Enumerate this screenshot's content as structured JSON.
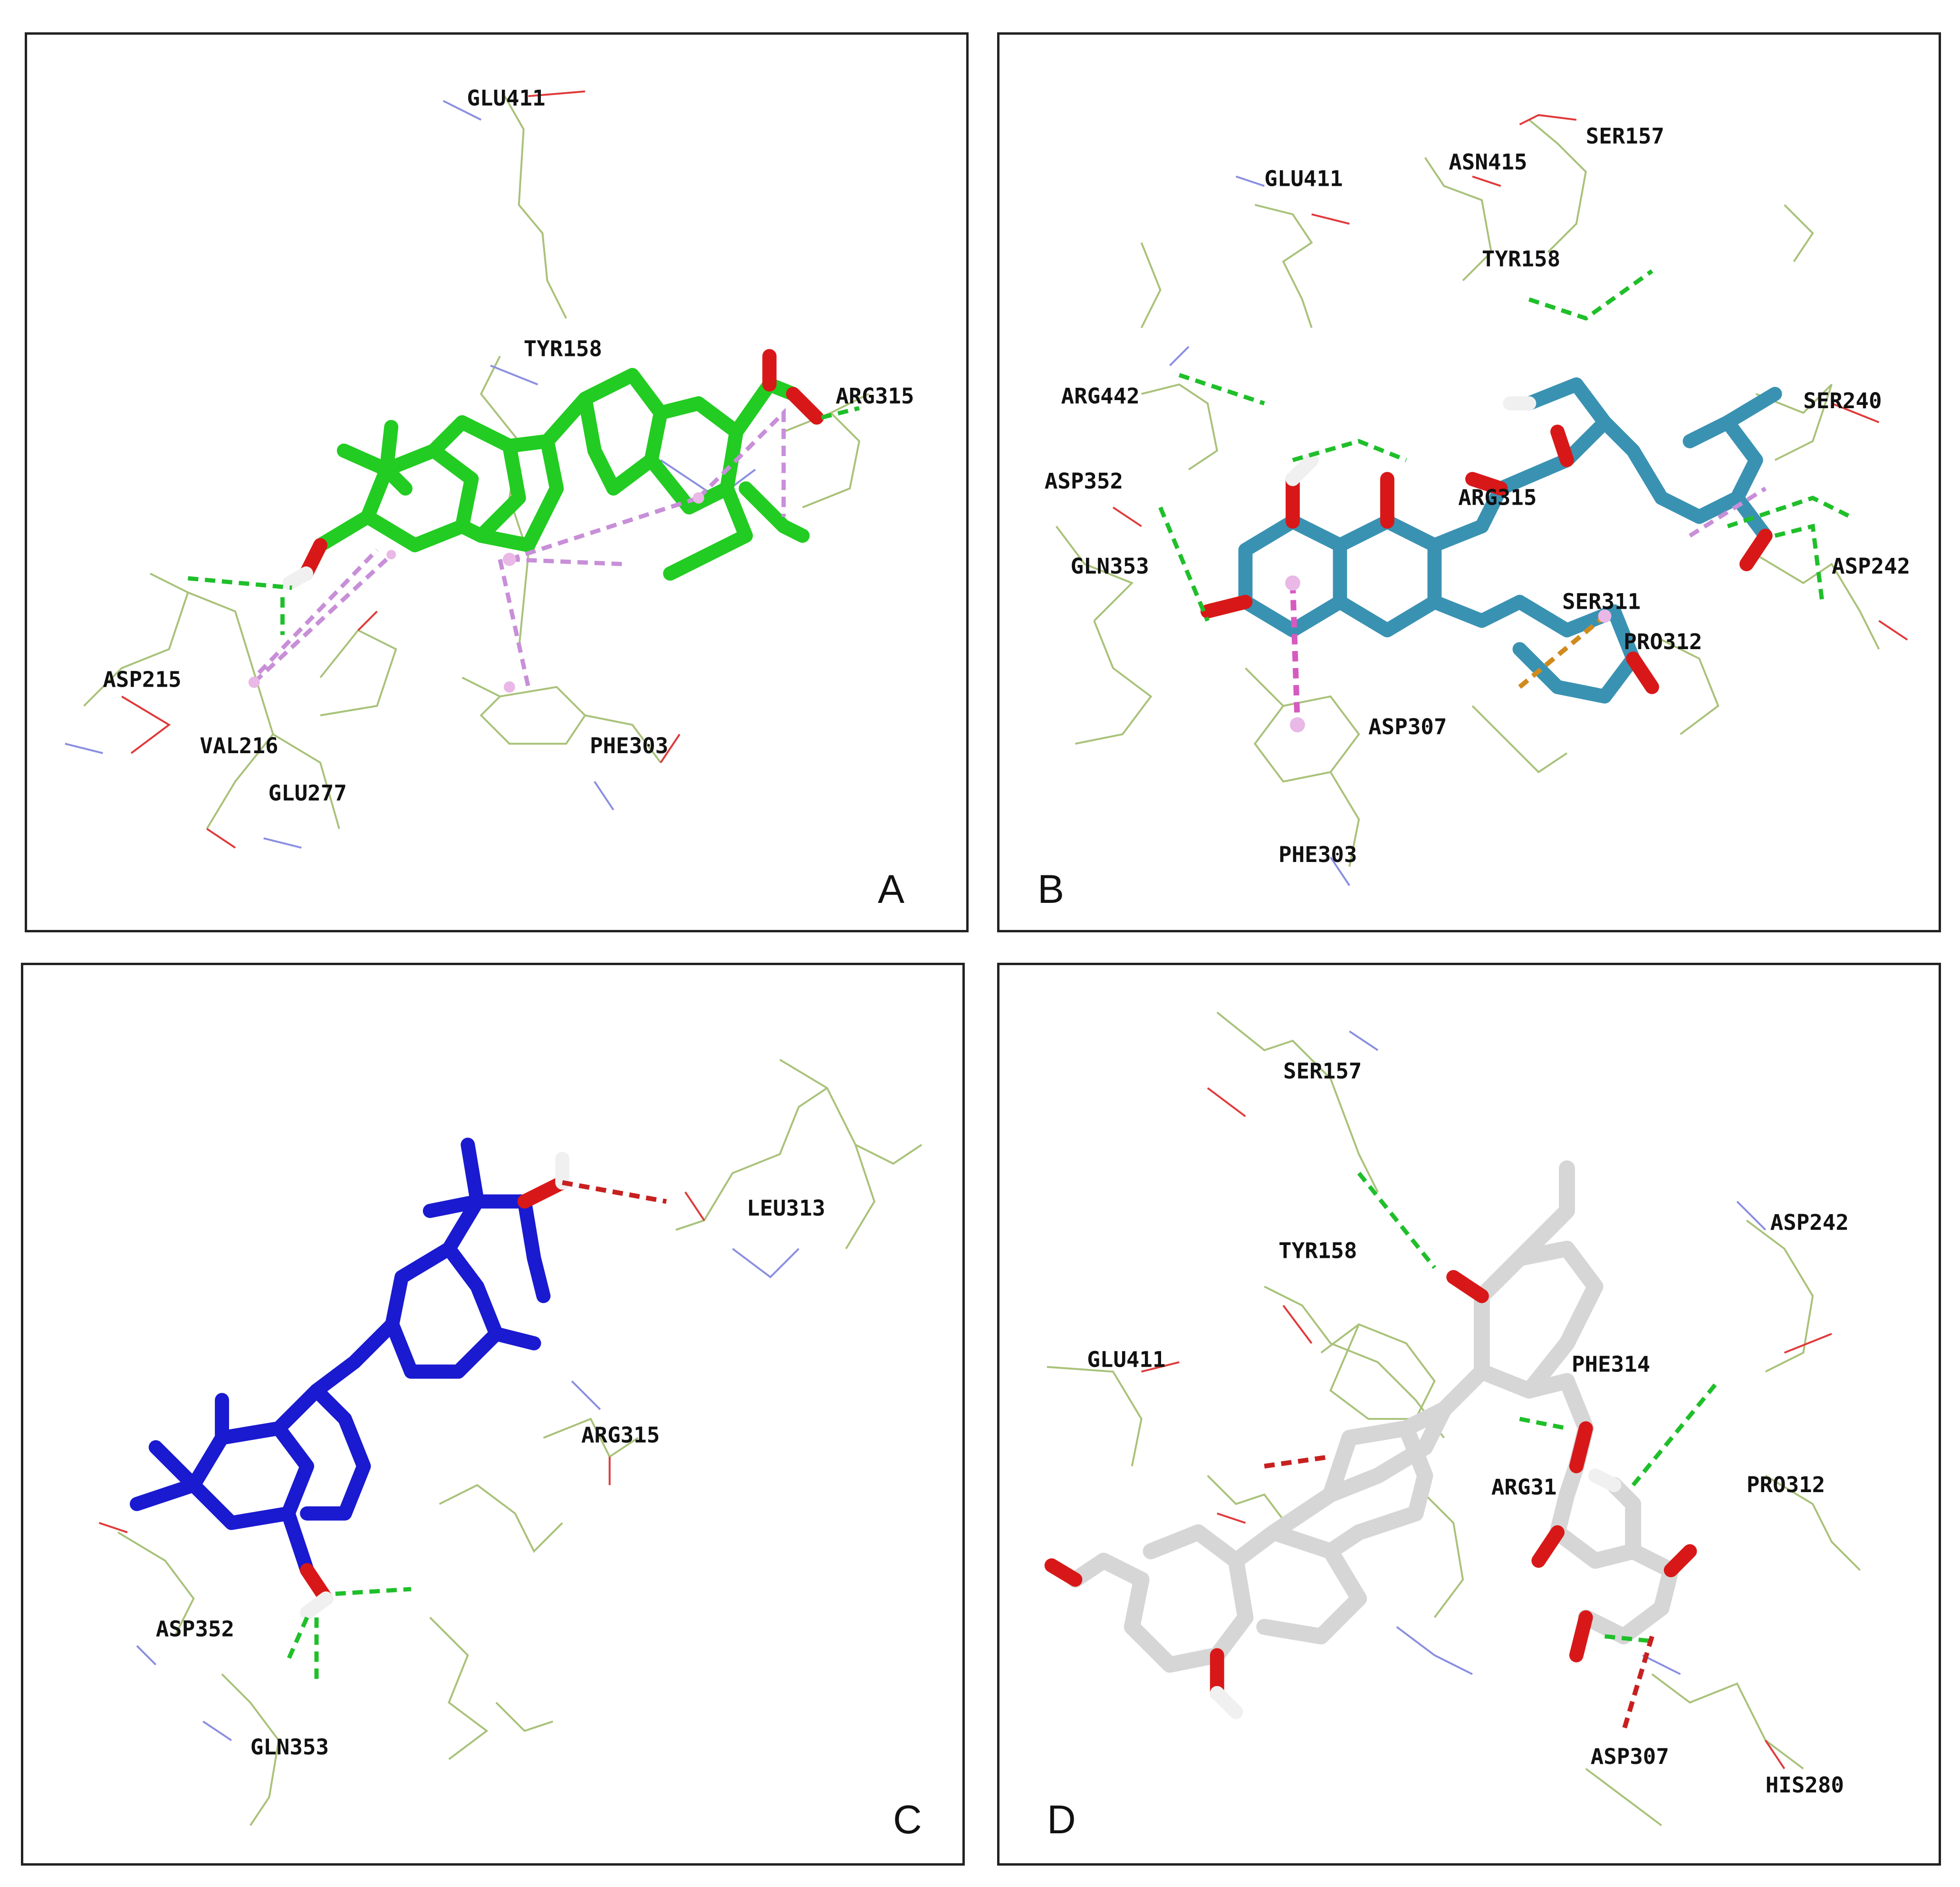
{
  "panels": [
    {
      "letter": "A",
      "residues": [
        "GLU411",
        "TYR158",
        "ARG315",
        "ASP215",
        "VAL216",
        "GLU277",
        "PHE303"
      ]
    },
    {
      "letter": "B",
      "residues": [
        "SER157",
        "ASN415",
        "GLU411",
        "TYR158",
        "ARG442",
        "SER240",
        "ASP352",
        "ARG315",
        "GLN353",
        "ASP242",
        "SER311",
        "PRO312",
        "ASP307",
        "PHE303"
      ]
    },
    {
      "letter": "C",
      "residues": [
        "LEU313",
        "ARG315",
        "ASP352",
        "GLN353"
      ]
    },
    {
      "letter": "D",
      "residues": [
        "SER157",
        "TYR158",
        "ASP242",
        "GLU411",
        "PHE314",
        "ARG31",
        "PRO312",
        "ASP307",
        "HIS280"
      ]
    }
  ],
  "colors": {
    "hydrogen_bond": "#1fbf2a",
    "pi_interaction": "#c88fd8",
    "ligand_A": "#22cc22",
    "ligand_B": "#3a92b2",
    "ligand_C": "#1a1ad0",
    "ligand_D": "#d6d6d6"
  }
}
